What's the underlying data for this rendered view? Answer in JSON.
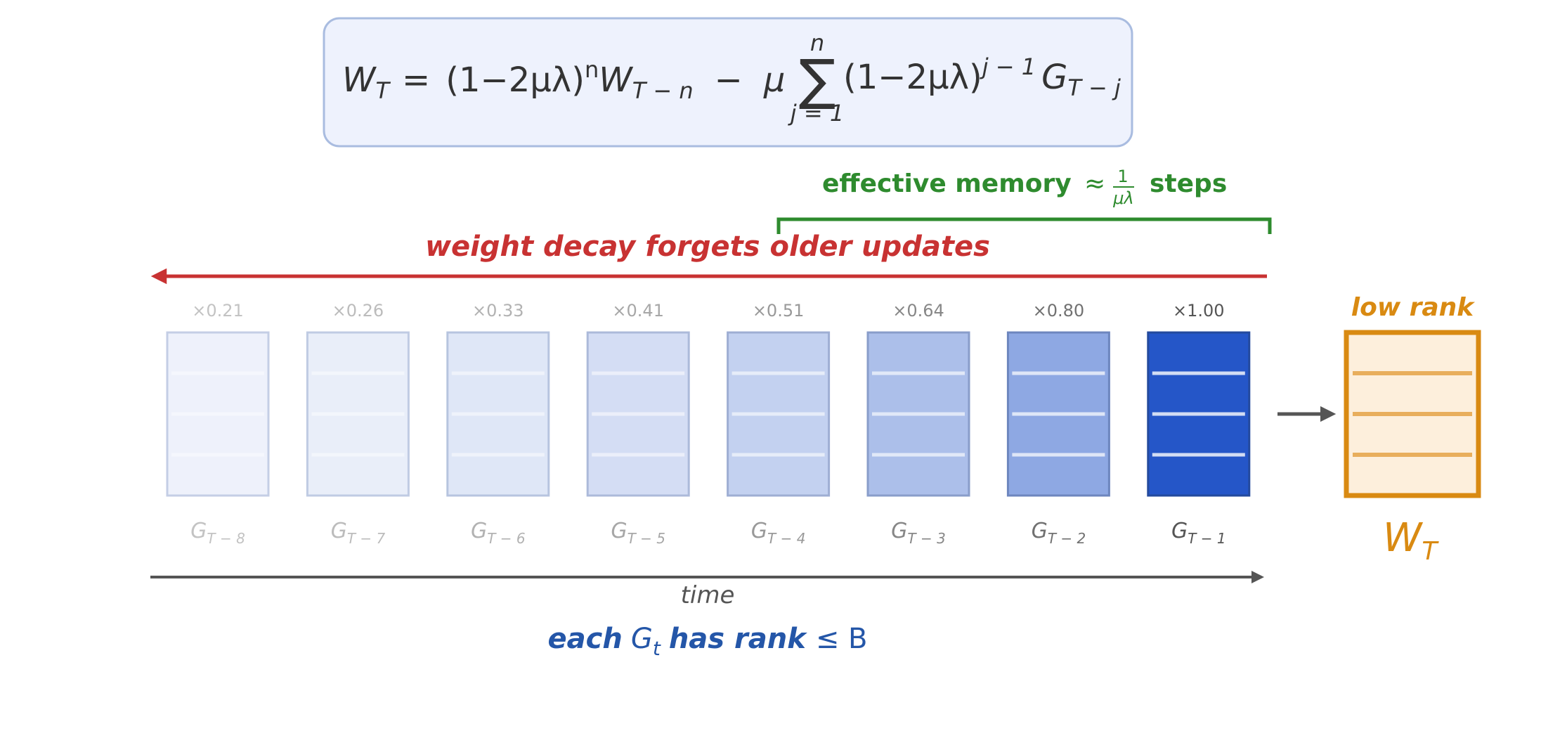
{
  "formula": {
    "lhs_W": "W",
    "lhs_sub": "T",
    "equals": "=",
    "term1_paren": "(1−2μλ)",
    "term1_exp": "n",
    "term1_W": "W",
    "term1_sub": "T − n",
    "minus": "−",
    "mu": "μ",
    "sum_symbol": "∑",
    "sum_upper": "n",
    "sum_lower": "j = 1",
    "term2_paren": "(1−2μλ)",
    "term2_exp": "j − 1",
    "term2_G": "G",
    "term2_sub": "T − j"
  },
  "effective_memory": {
    "prefix": "effective memory",
    "approx": "≈",
    "frac_num": "1",
    "frac_den": "μλ",
    "suffix": "steps",
    "color": "#2e8b2e"
  },
  "decay_label": {
    "text": "weight decay forgets older updates",
    "color": "#c83232"
  },
  "updates": [
    {
      "weight": "×0.21",
      "sym": "G",
      "sub": "T − 8",
      "level": 0.21
    },
    {
      "weight": "×0.26",
      "sym": "G",
      "sub": "T − 7",
      "level": 0.26
    },
    {
      "weight": "×0.33",
      "sym": "G",
      "sub": "T − 6",
      "level": 0.33
    },
    {
      "weight": "×0.41",
      "sym": "G",
      "sub": "T − 5",
      "level": 0.41
    },
    {
      "weight": "×0.51",
      "sym": "G",
      "sub": "T − 4",
      "level": 0.51
    },
    {
      "weight": "×0.64",
      "sym": "G",
      "sub": "T − 3",
      "level": 0.64
    },
    {
      "weight": "×0.80",
      "sym": "G",
      "sub": "T − 2",
      "level": 0.8
    },
    {
      "weight": "×1.00",
      "sym": "G",
      "sub": "T − 1",
      "level": 1.0
    }
  ],
  "result": {
    "label": "low rank",
    "sym": "W",
    "sub": "T",
    "color": "#d98a12",
    "fill": "#fdefdc"
  },
  "time_label": "time",
  "rank_note": {
    "prefix": "each",
    "sym": "G",
    "sub": "t",
    "middle": "has rank",
    "suffix": "≤ B",
    "color": "#2456a8"
  },
  "colors": {
    "block_strong": "#2556c8",
    "formula_bg": "#eef2fd",
    "formula_border": "#a9bce0",
    "axis": "#555555"
  }
}
